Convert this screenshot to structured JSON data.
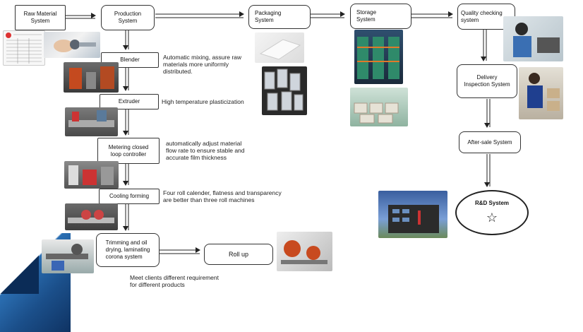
{
  "top_flow": {
    "raw_material": "Raw Material\nSystem",
    "production": "Production\nSystem",
    "packaging": "Packaging\nSystem",
    "storage": "Storage\nSystem",
    "quality": "Quality   checking\nsystem"
  },
  "production_steps": [
    {
      "label": "Blender",
      "desc": "Automatic mixing, assure raw\nmaterials more uniformly\ndistributed."
    },
    {
      "label": "Extruder",
      "desc": "High temperature plasticization"
    },
    {
      "label": "Metering closed\nloop controller",
      "desc": "automatically adjust material\nflow rate to ensure stable and\naccurate film thickness"
    },
    {
      "label": "Cooling forming",
      "desc": "Four roll calender, flatness and transparency\nare better than three roll machines"
    },
    {
      "label": "Trimming  and  oil\ndrying, laminating\ncorona system",
      "desc": "Meet clients different requirement\nfor different products"
    }
  ],
  "roll_up": "Roll up",
  "right_flow": {
    "delivery": "Delivery\nInspection System",
    "after_sale": "After-sale System",
    "rd": "R&D System",
    "rd_star": "☆"
  },
  "colors": {
    "accent_blue": "#1b4f8a",
    "line": "#222222"
  }
}
